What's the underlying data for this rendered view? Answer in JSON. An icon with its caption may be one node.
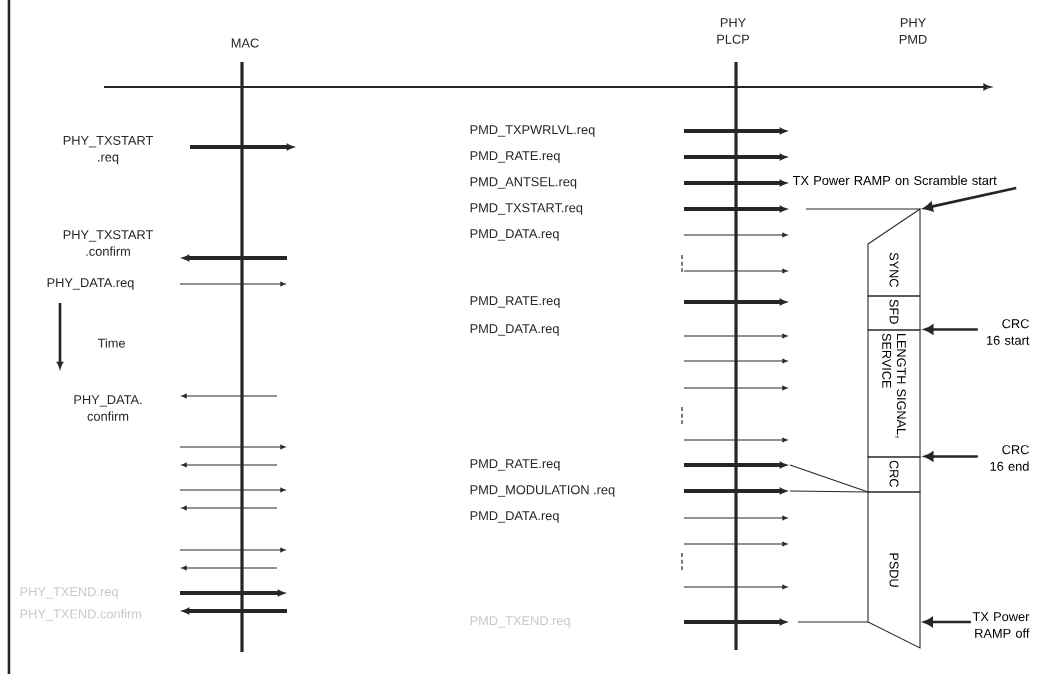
{
  "diagram": {
    "nodes": [
      {
        "text": [
          "SYNC"
        ]
      },
      {
        "text": [
          "SFD"
        ]
      },
      {
        "text": [
          "LENGTH SIGNAL, SERVICE"
        ]
      },
      {
        "text": [
          "CRC"
        ]
      },
      {
        "text": [
          "PSDU"
        ]
      },
      {
        "text": [
          "TX Power RAMP on Scramble start"
        ]
      },
      {
        "text": [
          "CRC 16 start"
        ]
      },
      {
        "text": [
          "CRC 16 end"
        ]
      },
      {
        "text": [
          "TX Power RAMP off"
        ]
      }
    ],
    "edges": [
      {
        "from": 5,
        "to": 0,
        "arrow": "to"
      },
      {
        "from": 6,
        "to": 2,
        "arrow": "to"
      },
      {
        "from": 7,
        "to": 3,
        "arrow": "to"
      },
      {
        "from": 8,
        "to": 4,
        "arrow": "to"
      }
    ],
    "labels": [
      "MAC",
      "PHY PLCP",
      "PHY PMD",
      "PHY_TXSTART .req",
      "PMD_TXPWRLVL.req",
      "PMD_RATE.req",
      "PMD_ANTSEL.req",
      "PMD_TXSTART.req",
      "PMD_DATA.req",
      "PHY_TXSTART .confirm",
      "PHY_DATA.req",
      "PMD_RATE.req",
      "PMD_DATA.req",
      "Time",
      "PHY_DATA. confirm",
      "PMD_RATE.req",
      "PMD_MODULATION .req",
      "PMD_DATA.req",
      "PHY_TXEND.req",
      "PHY_TXEND.confirm",
      "PMD_TXEND.req"
    ]
  }
}
